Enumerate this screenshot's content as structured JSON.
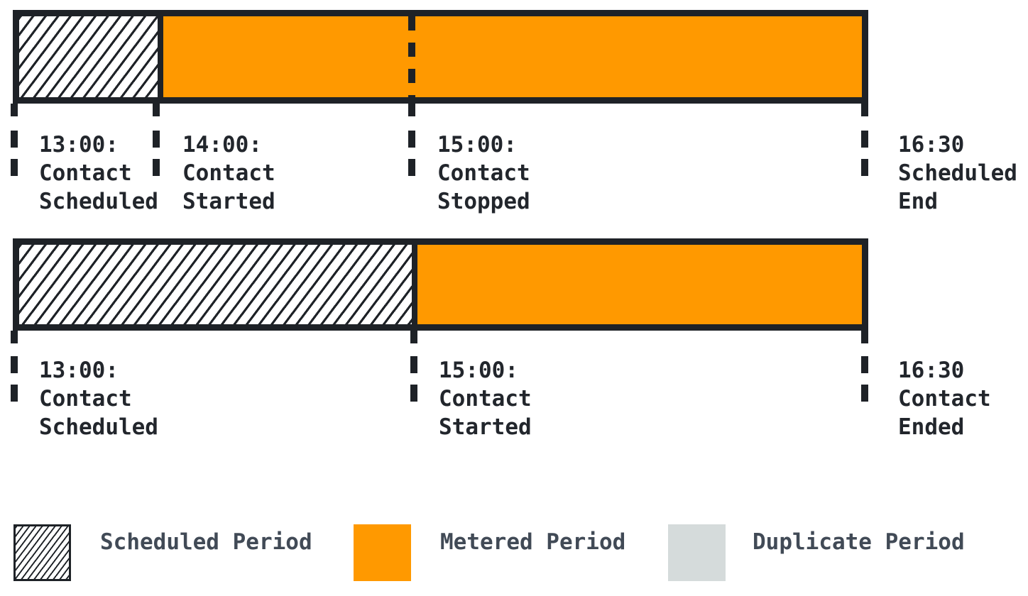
{
  "colors": {
    "ink": "#1e2227",
    "orange": "#ff9900",
    "duplicate_gray": "#d5dbdb",
    "timeline_text": "#22262c",
    "legend_text": "#414a56",
    "background": "#ffffff"
  },
  "timeline1": {
    "segments": [
      {
        "period": "Scheduled Period",
        "from": "13:00",
        "to": "14:00"
      },
      {
        "period": "Metered Period",
        "from": "14:00",
        "to": "16:30"
      }
    ],
    "dashed_marker_at": "15:00",
    "labels": [
      {
        "lines": [
          "13:00:",
          "Contact",
          "Scheduled"
        ]
      },
      {
        "lines": [
          "14:00:",
          "Contact",
          "Started"
        ]
      },
      {
        "lines": [
          "15:00:",
          "Contact",
          "Stopped"
        ]
      },
      {
        "lines": [
          "16:30",
          "Scheduled",
          "End"
        ]
      }
    ]
  },
  "timeline2": {
    "segments": [
      {
        "period": "Scheduled Period",
        "from": "13:00",
        "to": "15:00"
      },
      {
        "period": "Metered Period",
        "from": "15:00",
        "to": "16:30"
      }
    ],
    "labels": [
      {
        "lines": [
          "13:00:",
          "Contact",
          "Scheduled"
        ]
      },
      {
        "lines": [
          "15:00:",
          "Contact",
          "Started"
        ]
      },
      {
        "lines": [
          "16:30",
          "Contact",
          "Ended"
        ]
      }
    ]
  },
  "legend": {
    "items": [
      {
        "swatch": "scheduled-hatch",
        "label": "Scheduled Period"
      },
      {
        "swatch": "metered-orange",
        "label": "Metered Period"
      },
      {
        "swatch": "duplicate-gray",
        "label": "Duplicate Period"
      }
    ]
  }
}
